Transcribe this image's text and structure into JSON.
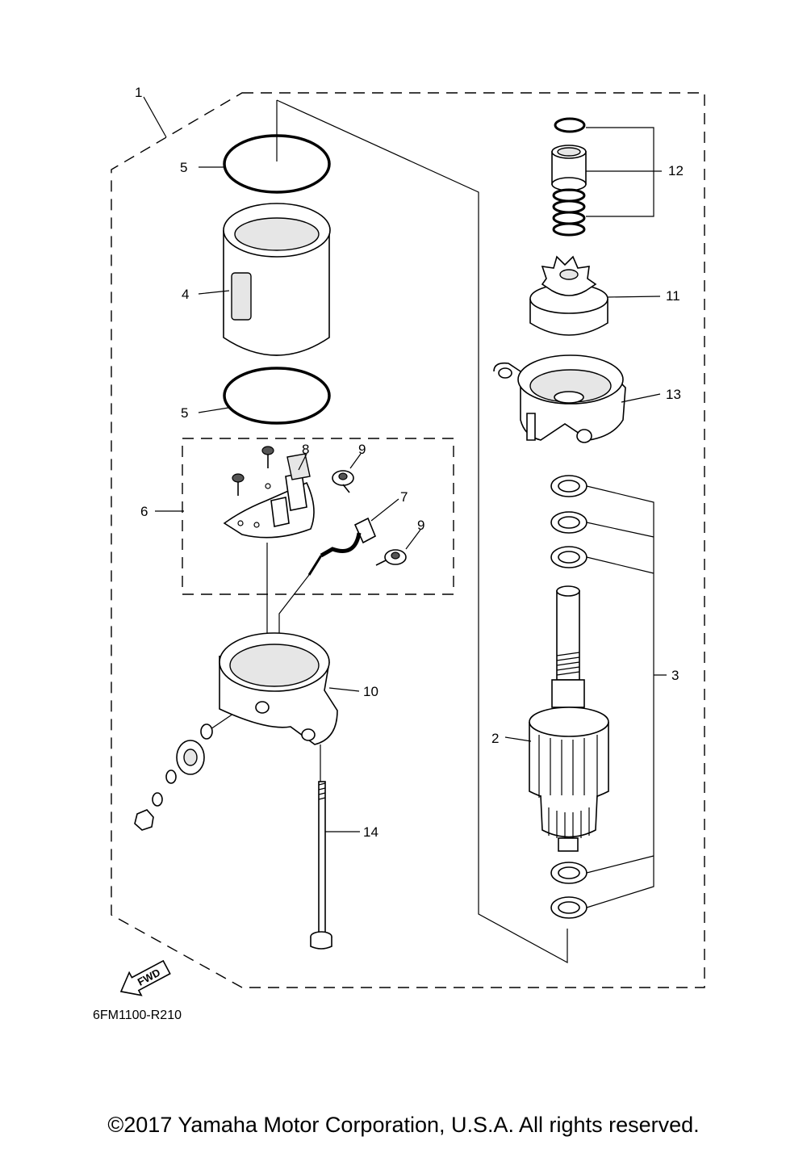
{
  "callouts": [
    "1",
    "2",
    "3",
    "4",
    "5",
    "5",
    "6",
    "7",
    "8",
    "9",
    "9",
    "10",
    "11",
    "12",
    "13",
    "14"
  ],
  "diagram_code": "6FM1100-R210",
  "fwd_label": "FWD",
  "copyright": "©2017 Yamaha Motor Corporation, U.S.A. All rights reserved."
}
